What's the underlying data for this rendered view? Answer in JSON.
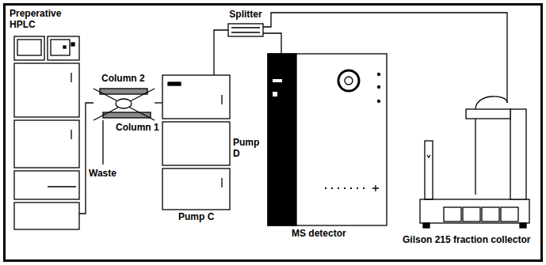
{
  "diagram": {
    "nodes": [
      {
        "text": [
          "Preperative HPLC"
        ]
      },
      {
        "text": [
          "Splitter"
        ]
      },
      {
        "text": [
          "Column 2",
          "Column 1"
        ]
      },
      {
        "text": [
          "Pump D",
          "Pump C"
        ]
      },
      {
        "text": [
          "MS detector"
        ]
      },
      {
        "text": [
          "Gilson 215 fraction collector"
        ]
      }
    ],
    "edges": [
      {
        "from": 0,
        "to": 2,
        "arrow": "none"
      },
      {
        "from": 2,
        "to": 3,
        "arrow": "none"
      },
      {
        "from": 3,
        "to": 1,
        "arrow": "none"
      },
      {
        "from": 1,
        "to": 4,
        "arrow": "none"
      },
      {
        "from": 1,
        "to": 5,
        "arrow": "none"
      }
    ],
    "labels": [
      "Waste"
    ]
  }
}
